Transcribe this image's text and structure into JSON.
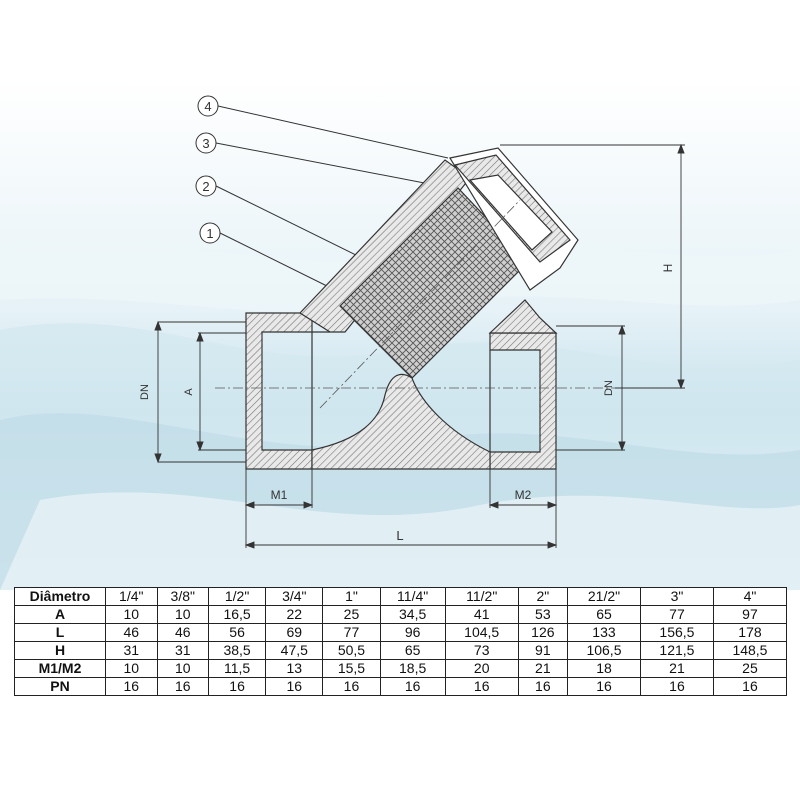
{
  "callouts": [
    "4",
    "3",
    "2",
    "1"
  ],
  "dimension_labels": {
    "H": "H",
    "DN_left": "DN",
    "A": "A",
    "DN_right": "DN",
    "M1": "M1",
    "M2": "M2",
    "L": "L"
  },
  "table": {
    "header_label": "Diâmetro",
    "columns": [
      "1/4\"",
      "3/8\"",
      "1/2\"",
      "3/4\"",
      "1\"",
      "11/4\"",
      "11/2\"",
      "2\"",
      "21/2\"",
      "3\"",
      "4\""
    ],
    "rows": [
      {
        "label": "A",
        "values": [
          "10",
          "10",
          "16,5",
          "22",
          "25",
          "34,5",
          "41",
          "53",
          "65",
          "77",
          "97"
        ]
      },
      {
        "label": "L",
        "values": [
          "46",
          "46",
          "56",
          "69",
          "77",
          "96",
          "104,5",
          "126",
          "133",
          "156,5",
          "178"
        ]
      },
      {
        "label": "H",
        "values": [
          "31",
          "31",
          "38,5",
          "47,5",
          "50,5",
          "65",
          "73",
          "91",
          "106,5",
          "121,5",
          "148,5"
        ]
      },
      {
        "label": "M1/M2",
        "values": [
          "10",
          "10",
          "11,5",
          "13",
          "15,5",
          "18,5",
          "20",
          "21",
          "18",
          "21",
          "25"
        ]
      },
      {
        "label": "PN",
        "values": [
          "16",
          "16",
          "16",
          "16",
          "16",
          "16",
          "16",
          "16",
          "16",
          "16",
          "16"
        ]
      }
    ]
  }
}
